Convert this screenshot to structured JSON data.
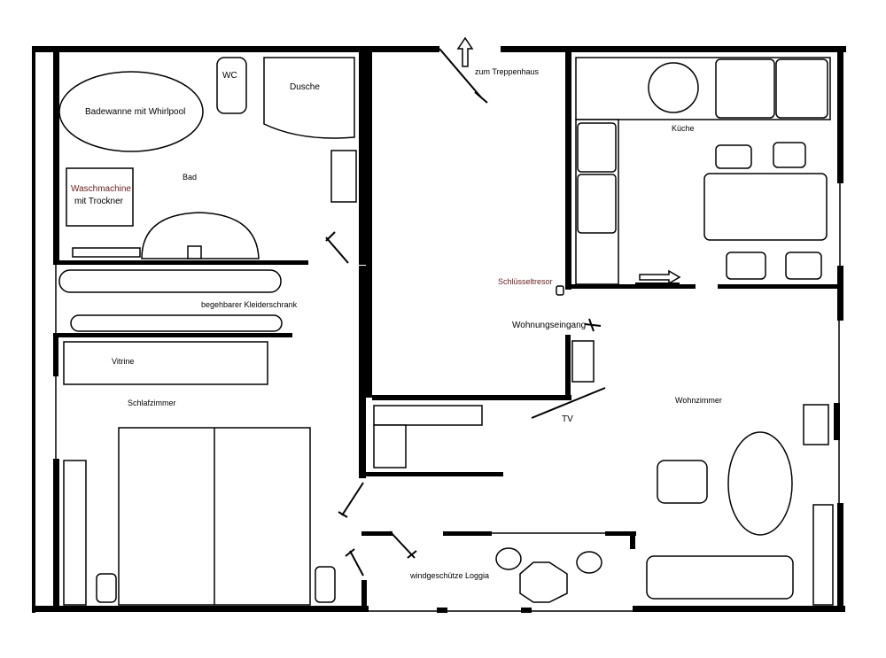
{
  "labels": {
    "bathtub": "Badewanne mit Whirlpool",
    "wc": "WC",
    "shower": "Dusche",
    "bath": "Bad",
    "washer_line1": "Waschmachine",
    "washer_line2": "mit Trockner",
    "stairwell": "zum Treppenhaus",
    "kitchen": "Küche",
    "key_safe": "Schlüsseltresor",
    "entrance": "Wohnungseingang",
    "wardrobe": "begehbarer Kleiderschrank",
    "vitrine": "Vitrine",
    "bedroom": "Schlafzimmer",
    "tv": "TV",
    "living": "Wohnzimmer",
    "loggia": "windgeschütze Loggia"
  }
}
